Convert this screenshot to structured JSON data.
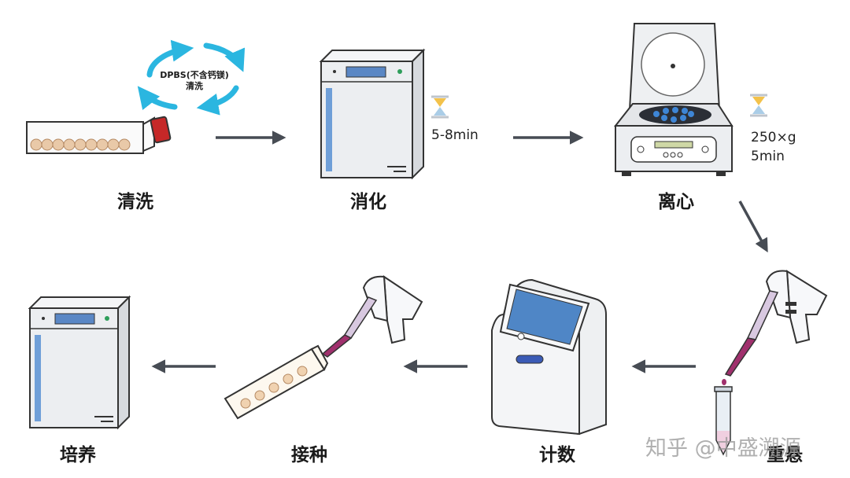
{
  "steps": [
    {
      "label": "清洗"
    },
    {
      "label": "消化",
      "param": "5-8min"
    },
    {
      "label": "离心",
      "param_lines": [
        "250×g",
        "5min"
      ]
    },
    {
      "label": "重悬"
    },
    {
      "label": "计数"
    },
    {
      "label": "接种"
    },
    {
      "label": "培养"
    }
  ],
  "wash_cycle": {
    "line1": "DPBS(不含钙镁)",
    "line2": "清洗"
  },
  "watermark": "知乎 @中盛溯源",
  "colors": {
    "arrow": "#474c54",
    "cycle": "#2bb6e0",
    "incubator": "#e9ebee",
    "blue": "#4f86c6",
    "pipette_fluid": "#a0306d",
    "cap": "#c62828"
  }
}
